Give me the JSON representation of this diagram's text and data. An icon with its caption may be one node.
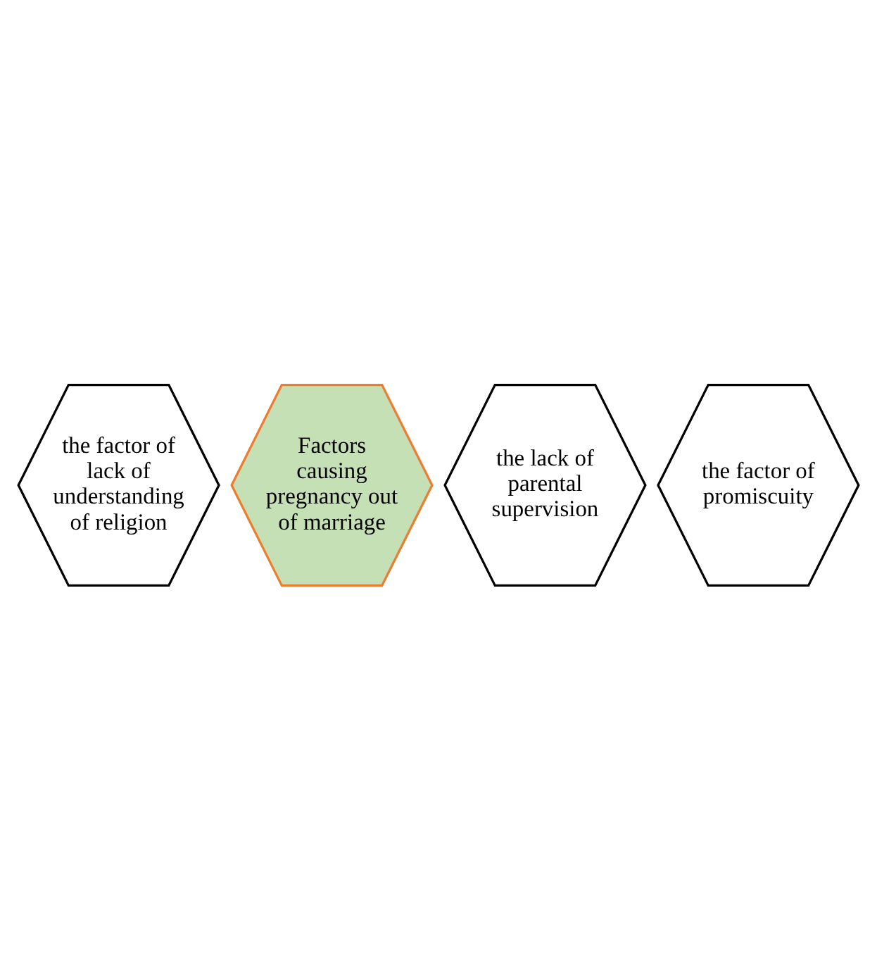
{
  "diagram": {
    "nodes": [
      {
        "text": [
          "Factors causing pregnancy out of marriage"
        ]
      },
      {
        "text": [
          "the lack of parental supervision"
        ]
      },
      {
        "text": [
          "the factor of lack of understanding of religion"
        ]
      },
      {
        "text": [
          "the factor of promiscuity"
        ]
      }
    ]
  }
}
